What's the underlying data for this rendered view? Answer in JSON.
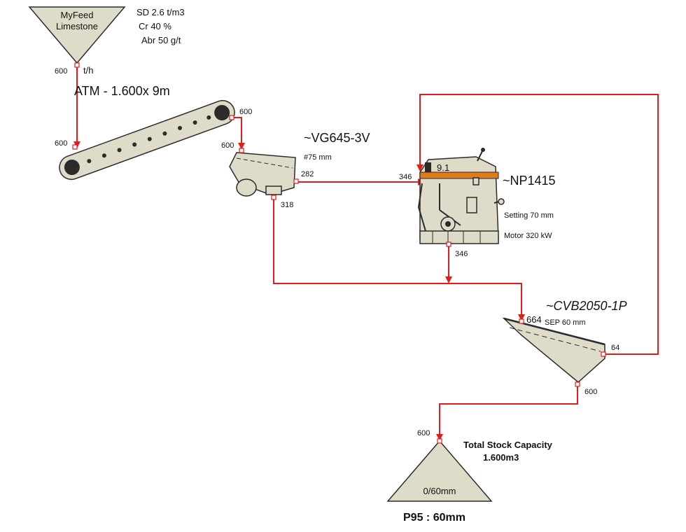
{
  "feed": {
    "name_line1": "MyFeed",
    "name_line2": "Limestone",
    "props": [
      "SD 2.6 t/m3",
      "Cr 40 %",
      "Abr 50 g/t"
    ],
    "flow": "600",
    "unit": "t/h"
  },
  "conveyor": {
    "label": "ATM - 1.600x 9m",
    "in_flow": "600",
    "out_flow": "600"
  },
  "screen1": {
    "label": "~VG645-3V",
    "mesh": "#75 mm",
    "in_flow": "600",
    "over_flow": "282",
    "under_flow": "318"
  },
  "crusher": {
    "label": "~NP1415",
    "value": "9.1",
    "setting": "Setting 70 mm",
    "motor": "Motor 320 kW",
    "in_flow": "346",
    "out_flow": "346"
  },
  "screen2": {
    "label": "~CVB2050-1P",
    "sep": "SEP 60 mm",
    "in_flow": "664",
    "over_flow": "64",
    "under_flow": "600"
  },
  "stockpile": {
    "in_flow": "600",
    "product": "0/60mm",
    "capacity_line1": "Total Stock Capacity",
    "capacity_line2": "1.600m3",
    "p95": "P95 : 60mm"
  },
  "colors": {
    "flow_line": "#e41b1b",
    "equipment_fill": "#dedcc8",
    "crusher_band": "#e07b1a"
  }
}
